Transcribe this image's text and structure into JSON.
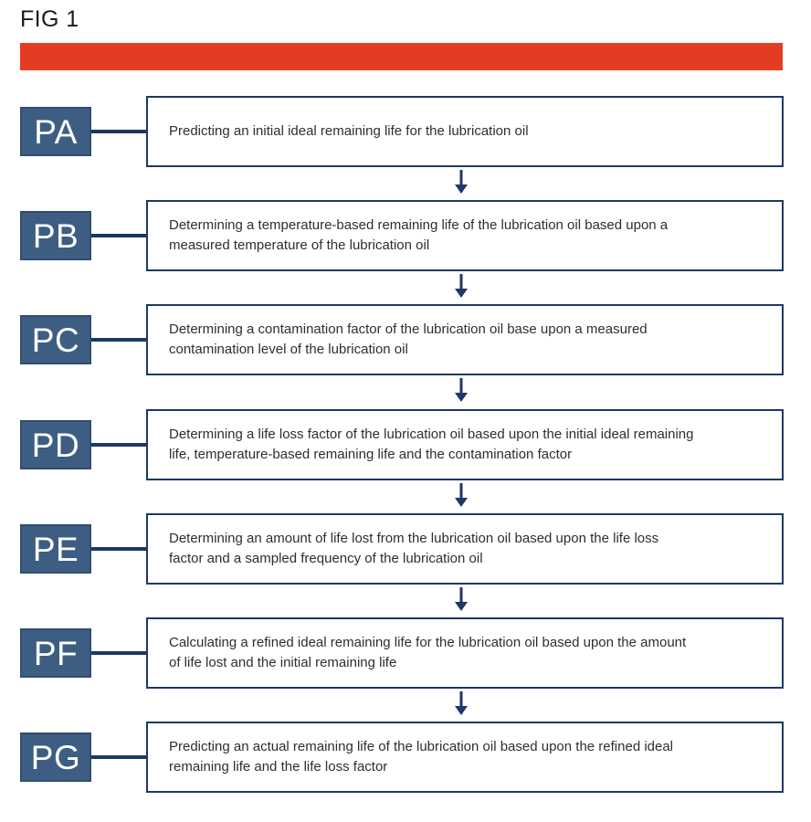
{
  "figure": {
    "title": "FIG 1"
  },
  "colors": {
    "accent_bar": "#e43b23",
    "label_box_fill": "#3d5e82",
    "label_box_border": "#2f4e71",
    "box_outline": "#1d3865",
    "arrow": "#1d3865",
    "step_text": "#2e2e2e",
    "label_text": "#ffffff"
  },
  "icons": {
    "down_arrow_icon": "↓"
  },
  "flowchart": {
    "steps": [
      {
        "label": "PA",
        "text": [
          "Predicting an initial ideal remaining life for the lubrication oil"
        ]
      },
      {
        "label": "PB",
        "text": [
          "Determining a temperature-based remaining life of the lubrication oil based upon a",
          "measured temperature of the lubrication oil"
        ]
      },
      {
        "label": "PC",
        "text": [
          "Determining a contamination factor of the lubrication oil base upon a measured",
          "contamination level of the lubrication oil"
        ]
      },
      {
        "label": "PD",
        "text": [
          "Determining a life loss factor of the lubrication oil based upon the initial ideal remaining",
          "life, temperature-based remaining life and the contamination factor"
        ]
      },
      {
        "label": "PE",
        "text": [
          "Determining an amount of life lost from the lubrication oil based upon the life loss",
          "factor and a sampled frequency of the lubrication oil"
        ]
      },
      {
        "label": "PF",
        "text": [
          "Calculating a refined ideal remaining life for the lubrication oil based upon the amount",
          "of life lost and the initial remaining life"
        ]
      },
      {
        "label": "PG",
        "text": [
          "Predicting an actual remaining life of the lubrication oil based upon the refined ideal",
          "remaining life and the life loss factor"
        ]
      }
    ]
  }
}
